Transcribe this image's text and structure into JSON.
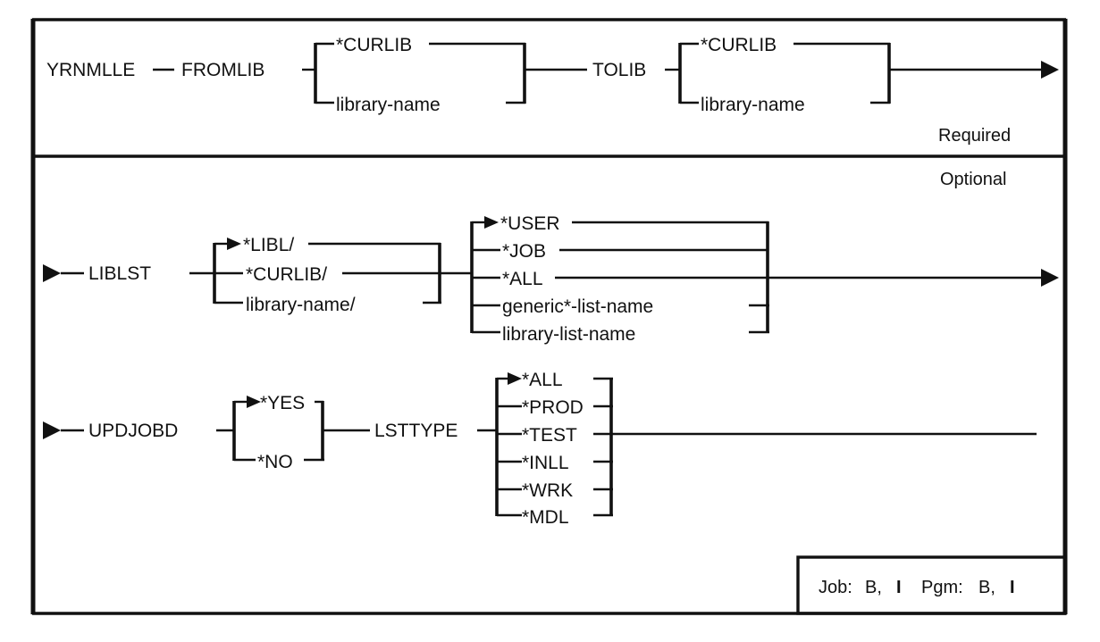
{
  "diagram": {
    "type": "railroad-syntax-diagram",
    "command": "YRNMLLE",
    "sections": [
      {
        "id": "required",
        "label": "Required",
        "parameters": [
          {
            "name": "FROMLIB",
            "choices": [
              "*CURLIB",
              "library-name"
            ],
            "default": "*CURLIB"
          },
          {
            "name": "TOLIB",
            "choices": [
              "*CURLIB",
              "library-name"
            ],
            "default": "*CURLIB"
          }
        ]
      },
      {
        "id": "optional",
        "label": "Optional",
        "parameters": [
          {
            "name": "LIBLST",
            "qualifier_choices": [
              "*LIBL/",
              "*CURLIB/",
              "library-name/"
            ],
            "qualifier_default": "*LIBL/",
            "choices": [
              "*USER",
              "*JOB",
              "*ALL",
              "generic*-list-name",
              "library-list-name"
            ],
            "default": "*USER"
          },
          {
            "name": "UPDJOBD",
            "choices": [
              "*YES",
              "*NO"
            ],
            "default": "*YES"
          },
          {
            "name": "LSTTYPE",
            "choices": [
              "*ALL",
              "*PROD",
              "*TEST",
              "*INLL",
              "*WRK",
              "*MDL"
            ],
            "default": "*ALL"
          }
        ]
      }
    ],
    "footer": {
      "job_label": "Job:",
      "job_values": "B,",
      "job_bold": "I",
      "pgm_label": "Pgm:",
      "pgm_values": "B,",
      "pgm_bold": "I"
    },
    "colors": {
      "line": "#111111",
      "background": "#ffffff",
      "text": "#111111"
    }
  }
}
